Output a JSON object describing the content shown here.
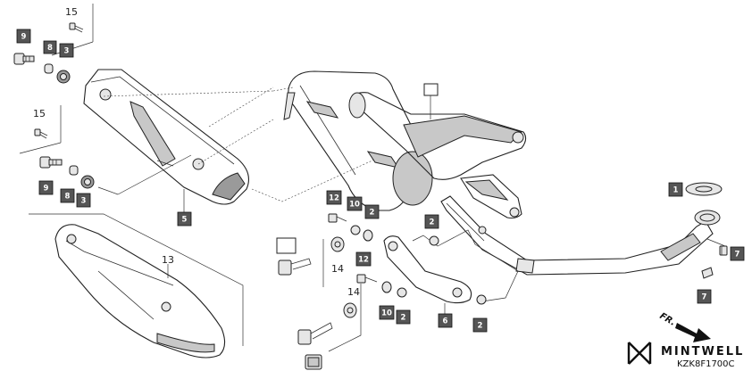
{
  "callouts": {
    "c1": "1",
    "c2a": "2",
    "c2b": "2",
    "c2c": "2",
    "c2d": "2",
    "c3a": "3",
    "c3b": "3",
    "c5": "5",
    "c6": "6",
    "c7a": "7",
    "c7b": "7",
    "c8a": "8",
    "c8b": "8",
    "c9a": "9",
    "c9b": "9",
    "c10a": "10",
    "c10b": "10",
    "c12a": "12",
    "c12b": "12",
    "c13": "13",
    "c14a": "14",
    "c14b": "14",
    "c15a": "15",
    "c15b": "15"
  },
  "brand": {
    "name": "MINTWELL",
    "code": "KZK8F1700C",
    "direction": "FR."
  },
  "colors": {
    "badge": "#555555",
    "line": "#222222",
    "shade": "#c8c8c8"
  }
}
